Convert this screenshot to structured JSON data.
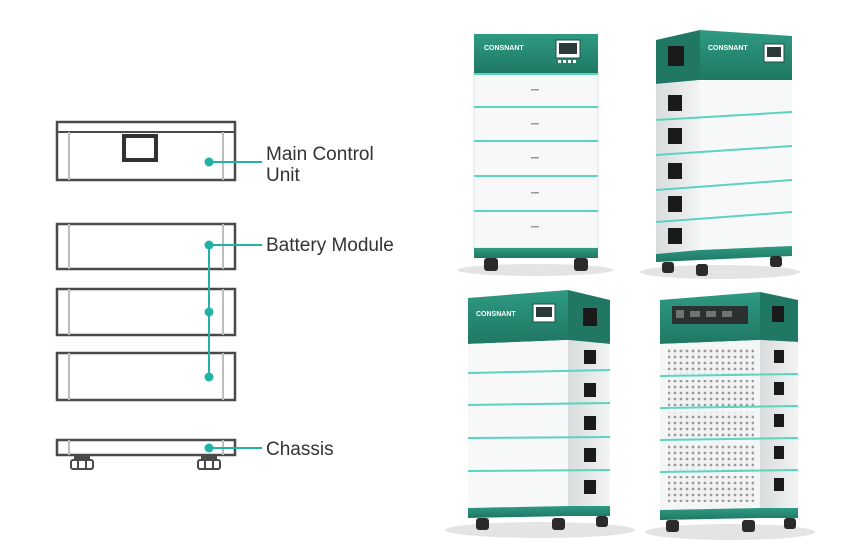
{
  "legend": {
    "main_control_line1": "Main Control",
    "main_control_line2": "Unit",
    "battery_module": "Battery Module",
    "chassis": "Chassis"
  },
  "product": {
    "brand": "CONSNANT"
  },
  "colors": {
    "accent": "#2a9d86",
    "teal_dark": "#1f7f6c",
    "connector": "#23b3a6",
    "outline": "#4a4a4a",
    "panel": "#f4f6f6"
  }
}
